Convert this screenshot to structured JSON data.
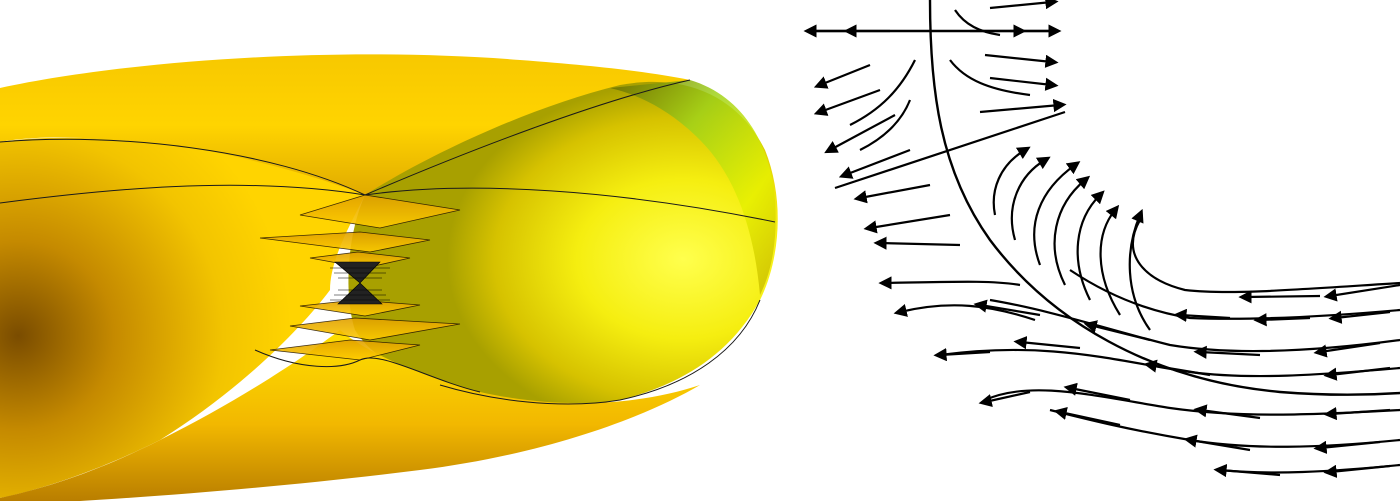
{
  "figure": {
    "panels": [
      {
        "id": "surface",
        "kind": "3d-rendered-surface",
        "description_visible_text": "",
        "colors": {
          "surface_light": "#ffff1a",
          "surface_mid": "#f2d400",
          "surface_dark": "#8a5a00",
          "rim_green": "#9fd21a",
          "edge_line": "#1a1a1a"
        }
      },
      {
        "id": "flow",
        "kind": "streamline-field",
        "colors": {
          "stroke": "#000000"
        }
      }
    ]
  }
}
